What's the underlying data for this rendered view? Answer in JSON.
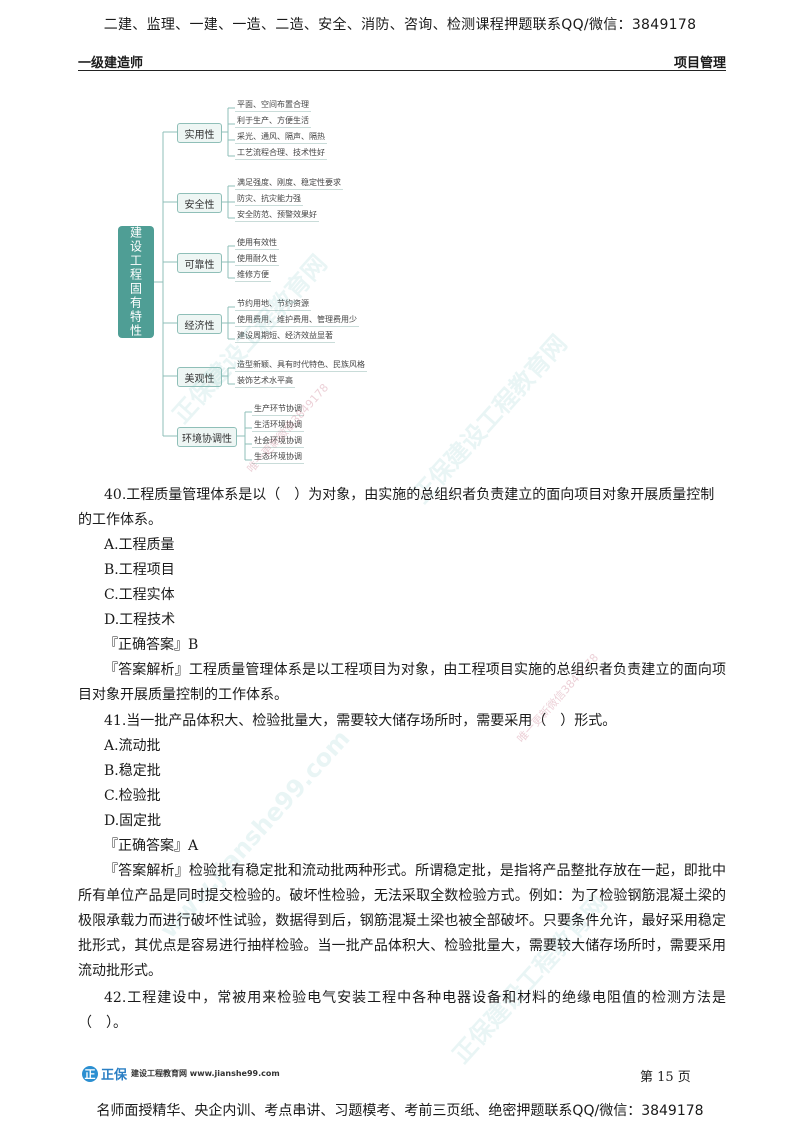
{
  "top_banner": "二建、监理、一建、一造、二造、安全、消防、咨询、检测课程押题联系QQ/微信：3849178",
  "running_head": {
    "left": "一级建造师",
    "right": "项目管理"
  },
  "mindmap": {
    "root": "建设工程固有特性",
    "branches": [
      {
        "label": "实用性",
        "leaves": [
          "平面、空间布置合理",
          "利于生产、方便生活",
          "采光、通风、隔声、隔热",
          "工艺流程合理、技术性好"
        ]
      },
      {
        "label": "安全性",
        "leaves": [
          "满足强度、刚度、稳定性要求",
          "防灾、抗灾能力强",
          "安全防范、预警效果好"
        ]
      },
      {
        "label": "可靠性",
        "leaves": [
          "使用有效性",
          "使用耐久性",
          "维修方便"
        ]
      },
      {
        "label": "经济性",
        "leaves": [
          "节约用地、节约资源",
          "使用费用、维护费用、管理费用少",
          "建设周期短、经济效益显著"
        ]
      },
      {
        "label": "美观性",
        "leaves": [
          "造型新颖、具有时代特色、民族风格",
          "装饰艺术水平高"
        ]
      },
      {
        "label": "环境协调性",
        "leaves": [
          "生产环节协调",
          "生活环境协调",
          "社会环境协调",
          "生态环境协调"
        ]
      }
    ]
  },
  "q40": {
    "stem_line1": "40.工程质量管理体系是以（　）为对象，由实施的总组织者负责建立的面向项目对象开展质量控制",
    "stem_line2": "的工作体系。",
    "options": [
      "A.工程质量",
      "B.工程项目",
      "C.工程实体",
      "D.工程技术"
    ],
    "answer": "『正确答案』B",
    "analysis": "『答案解析』工程质量管理体系是以工程项目为对象，由工程项目实施的总组织者负责建立的面向项目对象开展质量控制的工作体系。"
  },
  "q41": {
    "stem": "41.当一批产品体积大、检验批量大，需要较大储存场所时，需要采用（　）形式。",
    "options": [
      "A.流动批",
      "B.稳定批",
      "C.检验批",
      "D.固定批"
    ],
    "answer": "『正确答案』A",
    "analysis": "『答案解析』检验批有稳定批和流动批两种形式。所谓稳定批，是指将产品整批存放在一起，即批中所有单位产品是同时提交检验的。破坏性检验，无法采取全数检验方式。例如：为了检验钢筋混凝土梁的极限承载力而进行破坏性试验，数据得到后，钢筋混凝土梁也被全部破坏。只要条件允许，最好采用稳定批形式，其优点是容易进行抽样检验。当一批产品体积大、检验批量大，需要较大储存场所时，需要采用流动批形式。"
  },
  "q42": {
    "stem": "42.工程建设中，常被用来检验电气安装工程中各种电器设备和材料的绝缘电阻值的检测方法是（　）。"
  },
  "watermarks": {
    "brand": "正保建设工程教育网",
    "site": "www.jianshe99.com",
    "note": "唯一更新微信3849178"
  },
  "footer": {
    "logo_mark": "正",
    "logo_brand": "正保",
    "logo_site": "建设工程教育网 www.jianshe99.com",
    "page_number": "第 15 页",
    "bottom_banner": "名师面授精华、央企内训、考点串讲、习题模考、考前三页纸、绝密押题联系QQ/微信：3849178"
  }
}
